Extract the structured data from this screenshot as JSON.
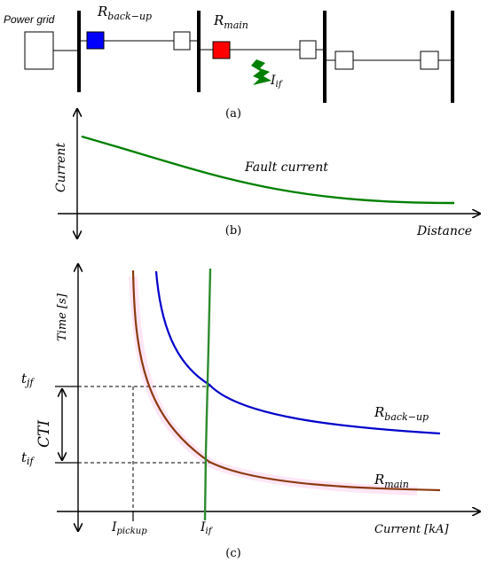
{
  "panel_a": {
    "caption": "(a)",
    "power_grid_label": "Power grid",
    "r_backup": {
      "base": "R",
      "sub": "back−up",
      "color": "#0000ff"
    },
    "r_main": {
      "base": "R",
      "sub": "main",
      "color": "#ff0000"
    },
    "fault": {
      "base": "I",
      "sub": "if",
      "color": "#008000",
      "icon": "lightning-bolt-icon"
    }
  },
  "panel_b": {
    "caption": "(b)",
    "y_label": "Current",
    "x_label": "Distance",
    "curve_label": "Fault current",
    "curve_color": "#008000"
  },
  "panel_c": {
    "caption": "(c)",
    "y_label": "Time [s]",
    "x_label": "Current [kA]",
    "t_jf": {
      "base": "t",
      "sub": "jf"
    },
    "t_if": {
      "base": "t",
      "sub": "if"
    },
    "cti": "CTI",
    "i_pickup": {
      "base": "I",
      "sub": "pickup"
    },
    "i_if": {
      "base": "I",
      "sub": "if"
    },
    "backup_curve": {
      "base": "R",
      "sub": "back−up",
      "color": "#0000cc"
    },
    "main_curve": {
      "base": "R",
      "sub": "main",
      "color": "#8b3a0f"
    },
    "fault_line_color": "#2e8b2e",
    "shade_color": "#ffd6f2"
  }
}
